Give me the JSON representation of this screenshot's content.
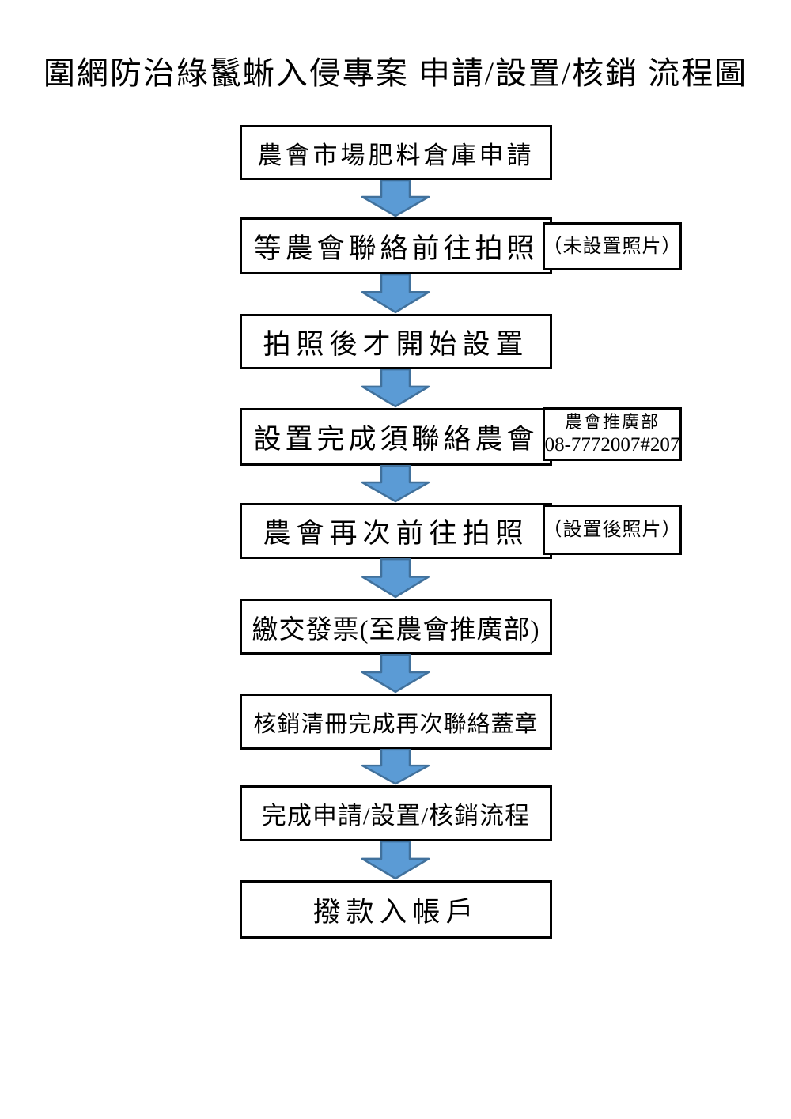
{
  "title": "圍網防治綠鬣蜥入侵專案 申請/設置/核銷 流程圖",
  "colors": {
    "arrow_fill": "#5B9BD5",
    "arrow_border": "#41719C",
    "box_border": "#000000",
    "page_background": "#FFFFFF",
    "text": "#000000"
  },
  "flow": {
    "steps": [
      {
        "label": "農會市場肥料倉庫申請"
      },
      {
        "label": "等農會聯絡前往拍照",
        "note": "（未設置照片）"
      },
      {
        "label": "拍照後才開始設置"
      },
      {
        "label": "設置完成須聯絡農會",
        "note_line1": "農會推廣部",
        "note_line2": "08-7772007#207"
      },
      {
        "label": "農會再次前往拍照",
        "note": "（設置後照片）"
      },
      {
        "label": "繳交發票(至農會推廣部)"
      },
      {
        "label": "核銷清冊完成再次聯絡蓋章"
      },
      {
        "label": "完成申請/設置/核銷流程"
      },
      {
        "label": "撥款入帳戶"
      }
    ]
  }
}
